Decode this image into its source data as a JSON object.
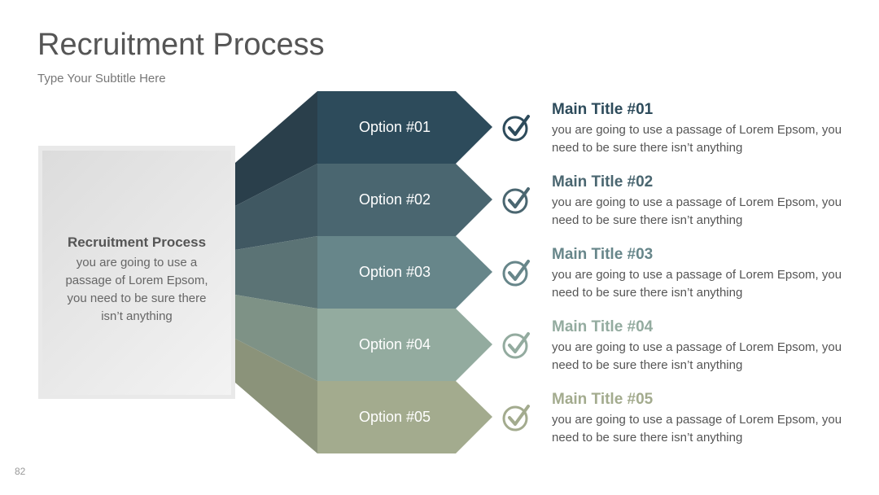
{
  "header": {
    "title": "Recruitment Process",
    "subtitle": "Type Your Subtitle Here"
  },
  "page_number": "82",
  "card": {
    "title": "Recruitment Process",
    "body": "you are going to use a passage of Lorem Epsom, you need to be sure there isn’t anything"
  },
  "colors": {
    "step1": "#2d4b5b",
    "step2": "#4a6670",
    "step3": "#67868a",
    "step4": "#93ab9f",
    "step5": "#a3ab8e"
  },
  "steps": [
    {
      "option": "Option #01",
      "title": "Main Title #01",
      "desc": "you are going to use a passage of Lorem Epsom, you need to be sure there isn’t anything",
      "icon": "check-circle-icon"
    },
    {
      "option": "Option #02",
      "title": "Main Title #02",
      "desc": "you are going to use a passage of Lorem Epsom, you need to be sure there isn’t anything",
      "icon": "check-circle-icon"
    },
    {
      "option": "Option #03",
      "title": "Main Title #03",
      "desc": "you are going to use a passage of Lorem Epsom, you need to be sure there isn’t anything",
      "icon": "check-circle-icon"
    },
    {
      "option": "Option #04",
      "title": "Main Title #04",
      "desc": "you are going to use a passage of Lorem Epsom, you need to be sure there isn’t anything",
      "icon": "check-circle-icon"
    },
    {
      "option": "Option #05",
      "title": "Main Title #05",
      "desc": "you are going to use a passage of Lorem Epsom, you need to be sure there isn’t anything",
      "icon": "check-circle-icon"
    }
  ]
}
